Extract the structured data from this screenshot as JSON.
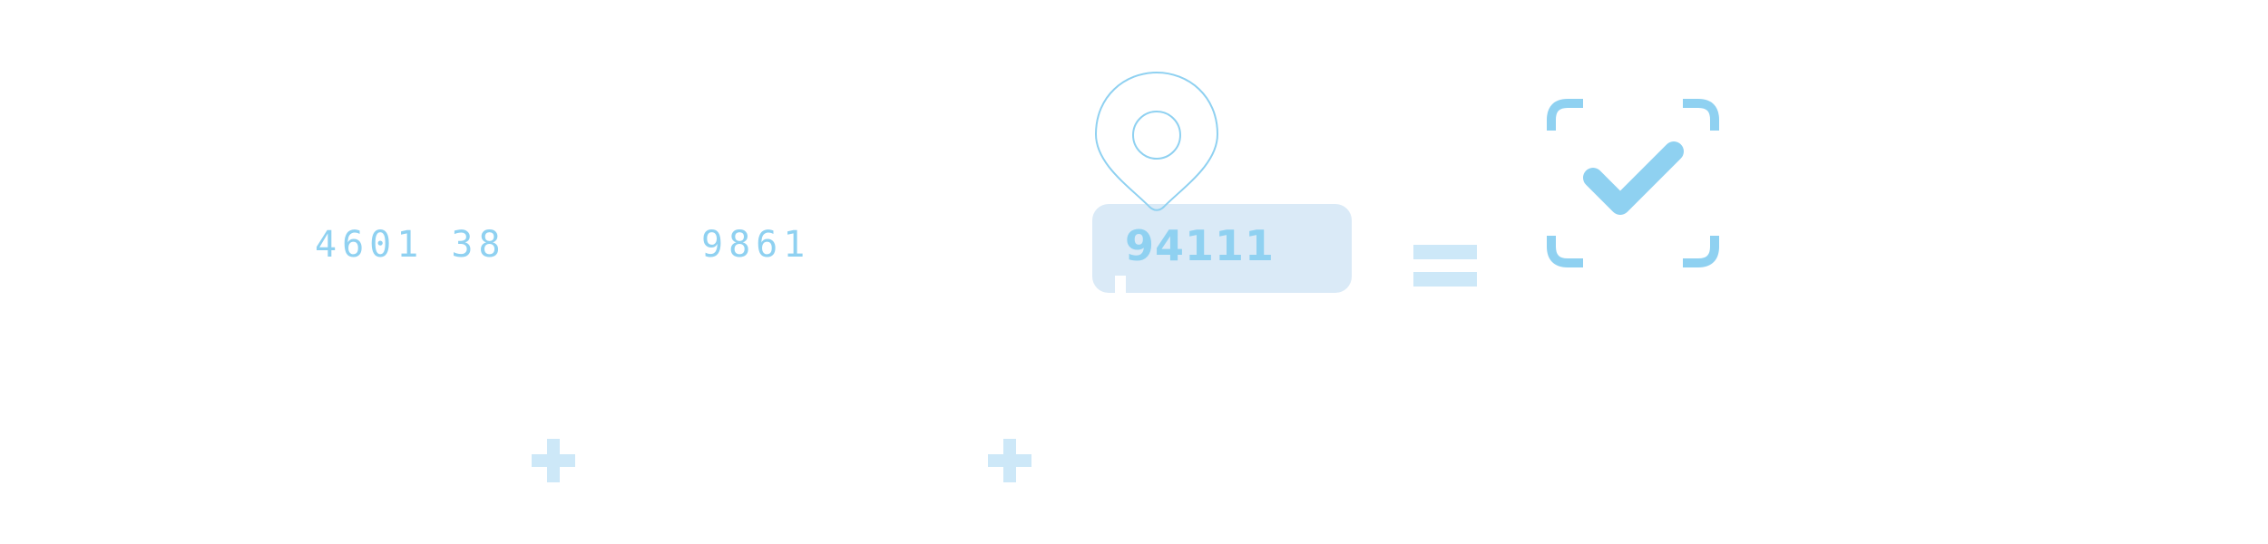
{
  "expression": {
    "operand_1": "4601 38",
    "operand_2": "9861",
    "zip_value": "94111"
  },
  "icons": {
    "plus_1": "plus-icon",
    "plus_2": "plus-icon",
    "location": "map-pin-icon",
    "equals": "equals-icon",
    "result": "scan-check-icon"
  },
  "colors": {
    "accent": "#8fd1f1",
    "box": "#daeaf7",
    "soft": "#cde8f8"
  }
}
